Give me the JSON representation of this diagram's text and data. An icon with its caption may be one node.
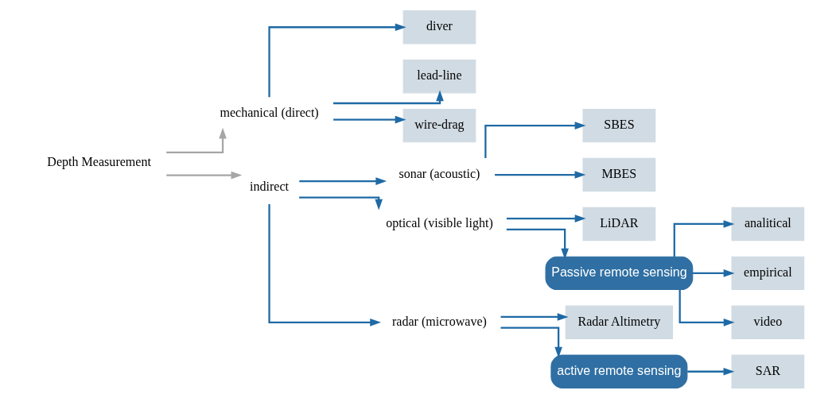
{
  "diagram": {
    "nodes": [
      {
        "text": [
          "Depth Measurement"
        ]
      },
      {
        "text": [
          "mechanical (direct)"
        ]
      },
      {
        "text": [
          "indirect"
        ]
      },
      {
        "text": [
          "sonar (acoustic)"
        ]
      },
      {
        "text": [
          "optical (visible light)"
        ]
      },
      {
        "text": [
          "radar (microwave)"
        ]
      },
      {
        "text": [
          "diver"
        ]
      },
      {
        "text": [
          "lead-line"
        ]
      },
      {
        "text": [
          "wire-drag"
        ]
      },
      {
        "text": [
          "SBES"
        ]
      },
      {
        "text": [
          "MBES"
        ]
      },
      {
        "text": [
          "LiDAR"
        ]
      },
      {
        "text": [
          "Passive remote sensing"
        ]
      },
      {
        "text": [
          "analitical"
        ]
      },
      {
        "text": [
          "empirical"
        ]
      },
      {
        "text": [
          "video"
        ]
      },
      {
        "text": [
          "Radar Altimetry"
        ]
      },
      {
        "text": [
          "active remote sensing"
        ]
      },
      {
        "text": [
          "SAR"
        ]
      }
    ],
    "edges": [
      {
        "from": 0,
        "to": 1,
        "arrow": "to",
        "color": "#a6a6a6"
      },
      {
        "from": 0,
        "to": 2,
        "arrow": "to",
        "color": "#a6a6a6"
      },
      {
        "from": 1,
        "to": 6,
        "arrow": "to"
      },
      {
        "from": 1,
        "to": 7,
        "arrow": "to"
      },
      {
        "from": 1,
        "to": 8,
        "arrow": "to"
      },
      {
        "from": 2,
        "to": 3,
        "arrow": "to"
      },
      {
        "from": 2,
        "to": 4,
        "arrow": "to"
      },
      {
        "from": 2,
        "to": 5,
        "arrow": "to"
      },
      {
        "from": 3,
        "to": 9,
        "arrow": "to"
      },
      {
        "from": 3,
        "to": 10,
        "arrow": "to"
      },
      {
        "from": 4,
        "to": 11,
        "arrow": "to"
      },
      {
        "from": 4,
        "to": 12,
        "arrow": "to"
      },
      {
        "from": 12,
        "to": 13,
        "arrow": "to"
      },
      {
        "from": 12,
        "to": 14,
        "arrow": "to"
      },
      {
        "from": 12,
        "to": 15,
        "arrow": "to"
      },
      {
        "from": 5,
        "to": 16,
        "arrow": "to"
      },
      {
        "from": 5,
        "to": 17,
        "arrow": "to"
      },
      {
        "from": 17,
        "to": 18,
        "arrow": "to"
      }
    ]
  }
}
